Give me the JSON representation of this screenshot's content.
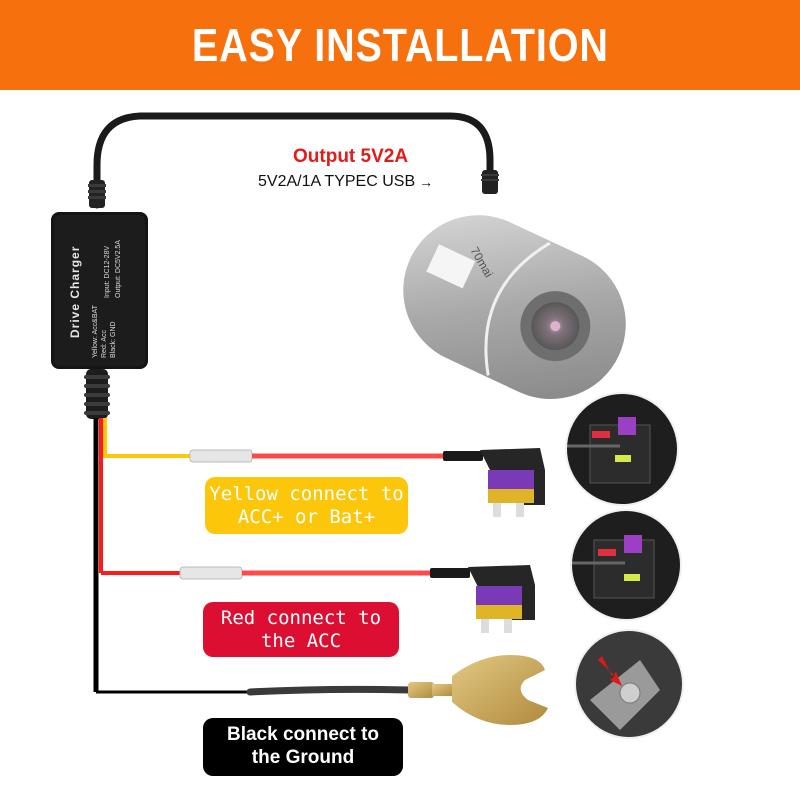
{
  "banner": {
    "title": "EASY INSTALLATION",
    "background_color": "#f7700e"
  },
  "output": {
    "title": "Output 5V2A",
    "title_color": "#e31b1b",
    "subtitle": "5V2A/1A TYPEC USB",
    "arrow": "→"
  },
  "module": {
    "name": "Drive Charger",
    "input": "Input: DC12-28V",
    "output": "Output: DC5V2.5A",
    "wire_legend": [
      "Yellow: Acc&BAT",
      "Red: Acc",
      "Black: GND"
    ]
  },
  "camera": {
    "brand_text": "70mai"
  },
  "labels": {
    "yellow": {
      "line1": "Yellow connect to",
      "line2": "ACC+ or Bat+",
      "color": "#fcc70a"
    },
    "red": {
      "line1": "Red connect to",
      "line2": "the ACC",
      "color": "#dc0f33"
    },
    "black": {
      "line1": "Black connect to",
      "line2": "the Ground",
      "color": "#000000"
    }
  },
  "photos": [
    {
      "name": "fuse-box-yellow-tap",
      "description": "fuse box with purple fuse tap"
    },
    {
      "name": "fuse-box-red-tap",
      "description": "fuse box with purple fuse tap"
    },
    {
      "name": "ground-bolt",
      "description": "ground bolt with red arrow"
    }
  ]
}
